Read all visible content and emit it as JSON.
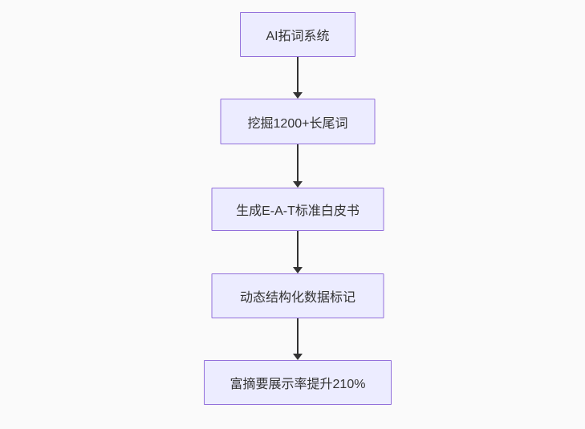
{
  "diagram": {
    "type": "flowchart",
    "direction": "top-down",
    "nodes": [
      {
        "id": "n1",
        "label": "AI拓词系统"
      },
      {
        "id": "n2",
        "label": "挖掘1200+长尾词"
      },
      {
        "id": "n3",
        "label": "生成E-A-T标准白皮书"
      },
      {
        "id": "n4",
        "label": "动态结构化数据标记"
      },
      {
        "id": "n5",
        "label": "富摘要展示率提升210%"
      }
    ],
    "edges": [
      {
        "from": "n1",
        "to": "n2"
      },
      {
        "from": "n2",
        "to": "n3"
      },
      {
        "from": "n3",
        "to": "n4"
      },
      {
        "from": "n4",
        "to": "n5"
      }
    ],
    "colors": {
      "background": "#fafafa",
      "node_fill": "#ececff",
      "node_border": "#9370db",
      "arrow": "#333333",
      "text": "#333333"
    }
  }
}
